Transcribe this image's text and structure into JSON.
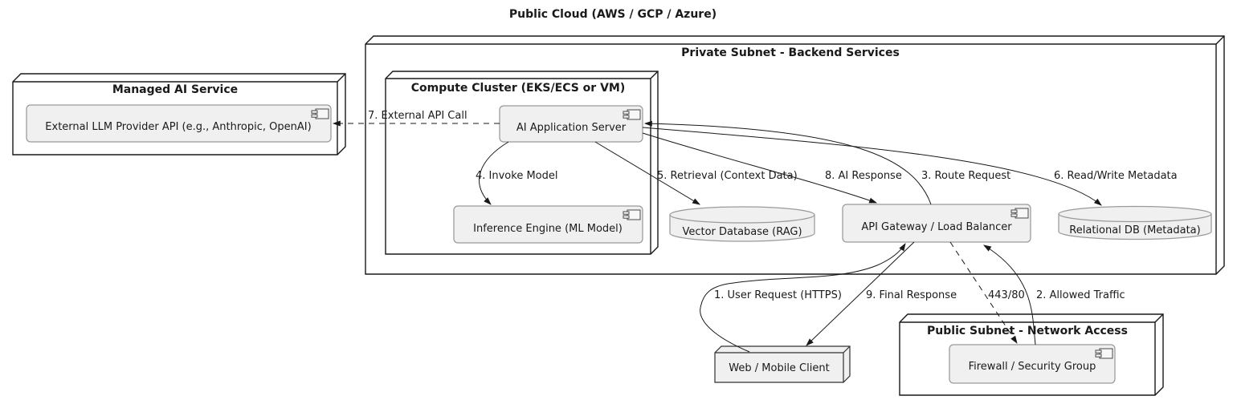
{
  "title": "Public Cloud (AWS / GCP / Azure)",
  "groups": {
    "managed_ai_service": {
      "label": "Managed AI Service"
    },
    "private_subnet": {
      "label": "Private Subnet - Backend Services"
    },
    "compute_cluster": {
      "label": "Compute Cluster (EKS/ECS or VM)"
    },
    "public_subnet": {
      "label": "Public Subnet - Network Access"
    }
  },
  "nodes": {
    "web_client": {
      "label": "Web / Mobile Client",
      "type": "node"
    },
    "llm_api": {
      "label": "External LLM Provider API (e.g., Anthropic, OpenAI)",
      "type": "component"
    },
    "ai_app_server": {
      "label": "AI Application Server",
      "type": "component"
    },
    "inference_engine": {
      "label": "Inference Engine (ML Model)",
      "type": "component"
    },
    "api_gateway": {
      "label": "API Gateway / Load Balancer",
      "type": "component"
    },
    "firewall": {
      "label": "Firewall / Security Group",
      "type": "component"
    },
    "vector_db": {
      "label": "Vector Database (RAG)",
      "type": "database"
    },
    "relational_db": {
      "label": "Relational DB (Metadata)",
      "type": "database"
    }
  },
  "edges": [
    {
      "label": "1. User Request (HTTPS)",
      "from": "web_client",
      "to": "api_gateway",
      "style": "solid"
    },
    {
      "label": "2. Allowed Traffic",
      "from": "firewall",
      "to": "api_gateway",
      "style": "solid"
    },
    {
      "label": "3. Route Request",
      "from": "api_gateway",
      "to": "ai_app_server",
      "style": "solid"
    },
    {
      "label": "4. Invoke Model",
      "from": "ai_app_server",
      "to": "inference_engine",
      "style": "solid"
    },
    {
      "label": "5. Retrieval (Context Data)",
      "from": "ai_app_server",
      "to": "vector_db",
      "style": "solid"
    },
    {
      "label": "6. Read/Write Metadata",
      "from": "ai_app_server",
      "to": "relational_db",
      "style": "solid"
    },
    {
      "label": "7. External API Call",
      "from": "ai_app_server",
      "to": "llm_api",
      "style": "dashed"
    },
    {
      "label": "8. AI Response",
      "from": "ai_app_server",
      "to": "api_gateway",
      "style": "solid"
    },
    {
      "label": "9. Final Response",
      "from": "api_gateway",
      "to": "web_client",
      "style": "solid"
    },
    {
      "label": "443/80",
      "from": "api_gateway",
      "to": "firewall",
      "style": "dashed"
    }
  ],
  "colors": {
    "background": "#ffffff",
    "node_fill": "#ffffff",
    "client_fill": "#f0f0f0",
    "component_fill": "#f0f0f0",
    "component_border": "#9a9a9a",
    "line": "#181818",
    "text": "#1a1a1a"
  }
}
